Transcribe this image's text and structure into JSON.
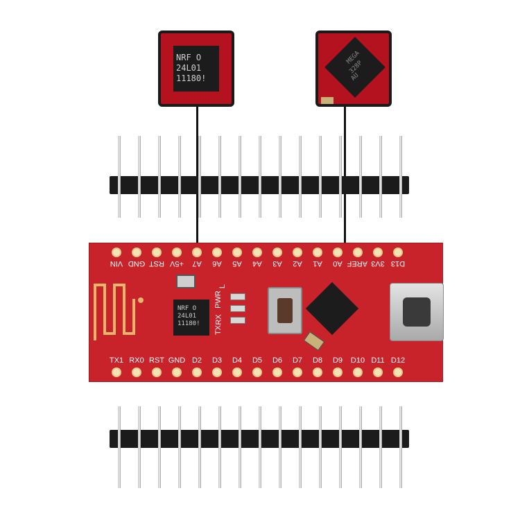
{
  "photo": {
    "left_inset": {
      "chip_text": [
        "NRF O",
        "24L01",
        "11180!"
      ]
    },
    "right_inset": {
      "chip_text": [
        "MEGA",
        "328P",
        "AU"
      ]
    }
  },
  "board": {
    "top_labels": [
      "VIN",
      "GND",
      "RST",
      "+5V",
      "A7",
      "A6",
      "A5",
      "A4",
      "A3",
      "A2",
      "A1",
      "A0",
      "AREF",
      "3V3",
      "D13"
    ],
    "bottom_labels": [
      "TX1",
      "RX0",
      "RST",
      "GND",
      "D2",
      "D3",
      "D4",
      "D5",
      "D6",
      "D7",
      "D8",
      "D9",
      "D10",
      "D11",
      "D12"
    ],
    "led_labels": [
      "PWR",
      "RX",
      "TX",
      "L"
    ],
    "board_chip_text": [
      "NRF O",
      "24L01",
      "11180!"
    ],
    "colors": {
      "pcb": "#c8232b",
      "pad": "#f4e3b8",
      "header": "#1b1b1b"
    }
  }
}
